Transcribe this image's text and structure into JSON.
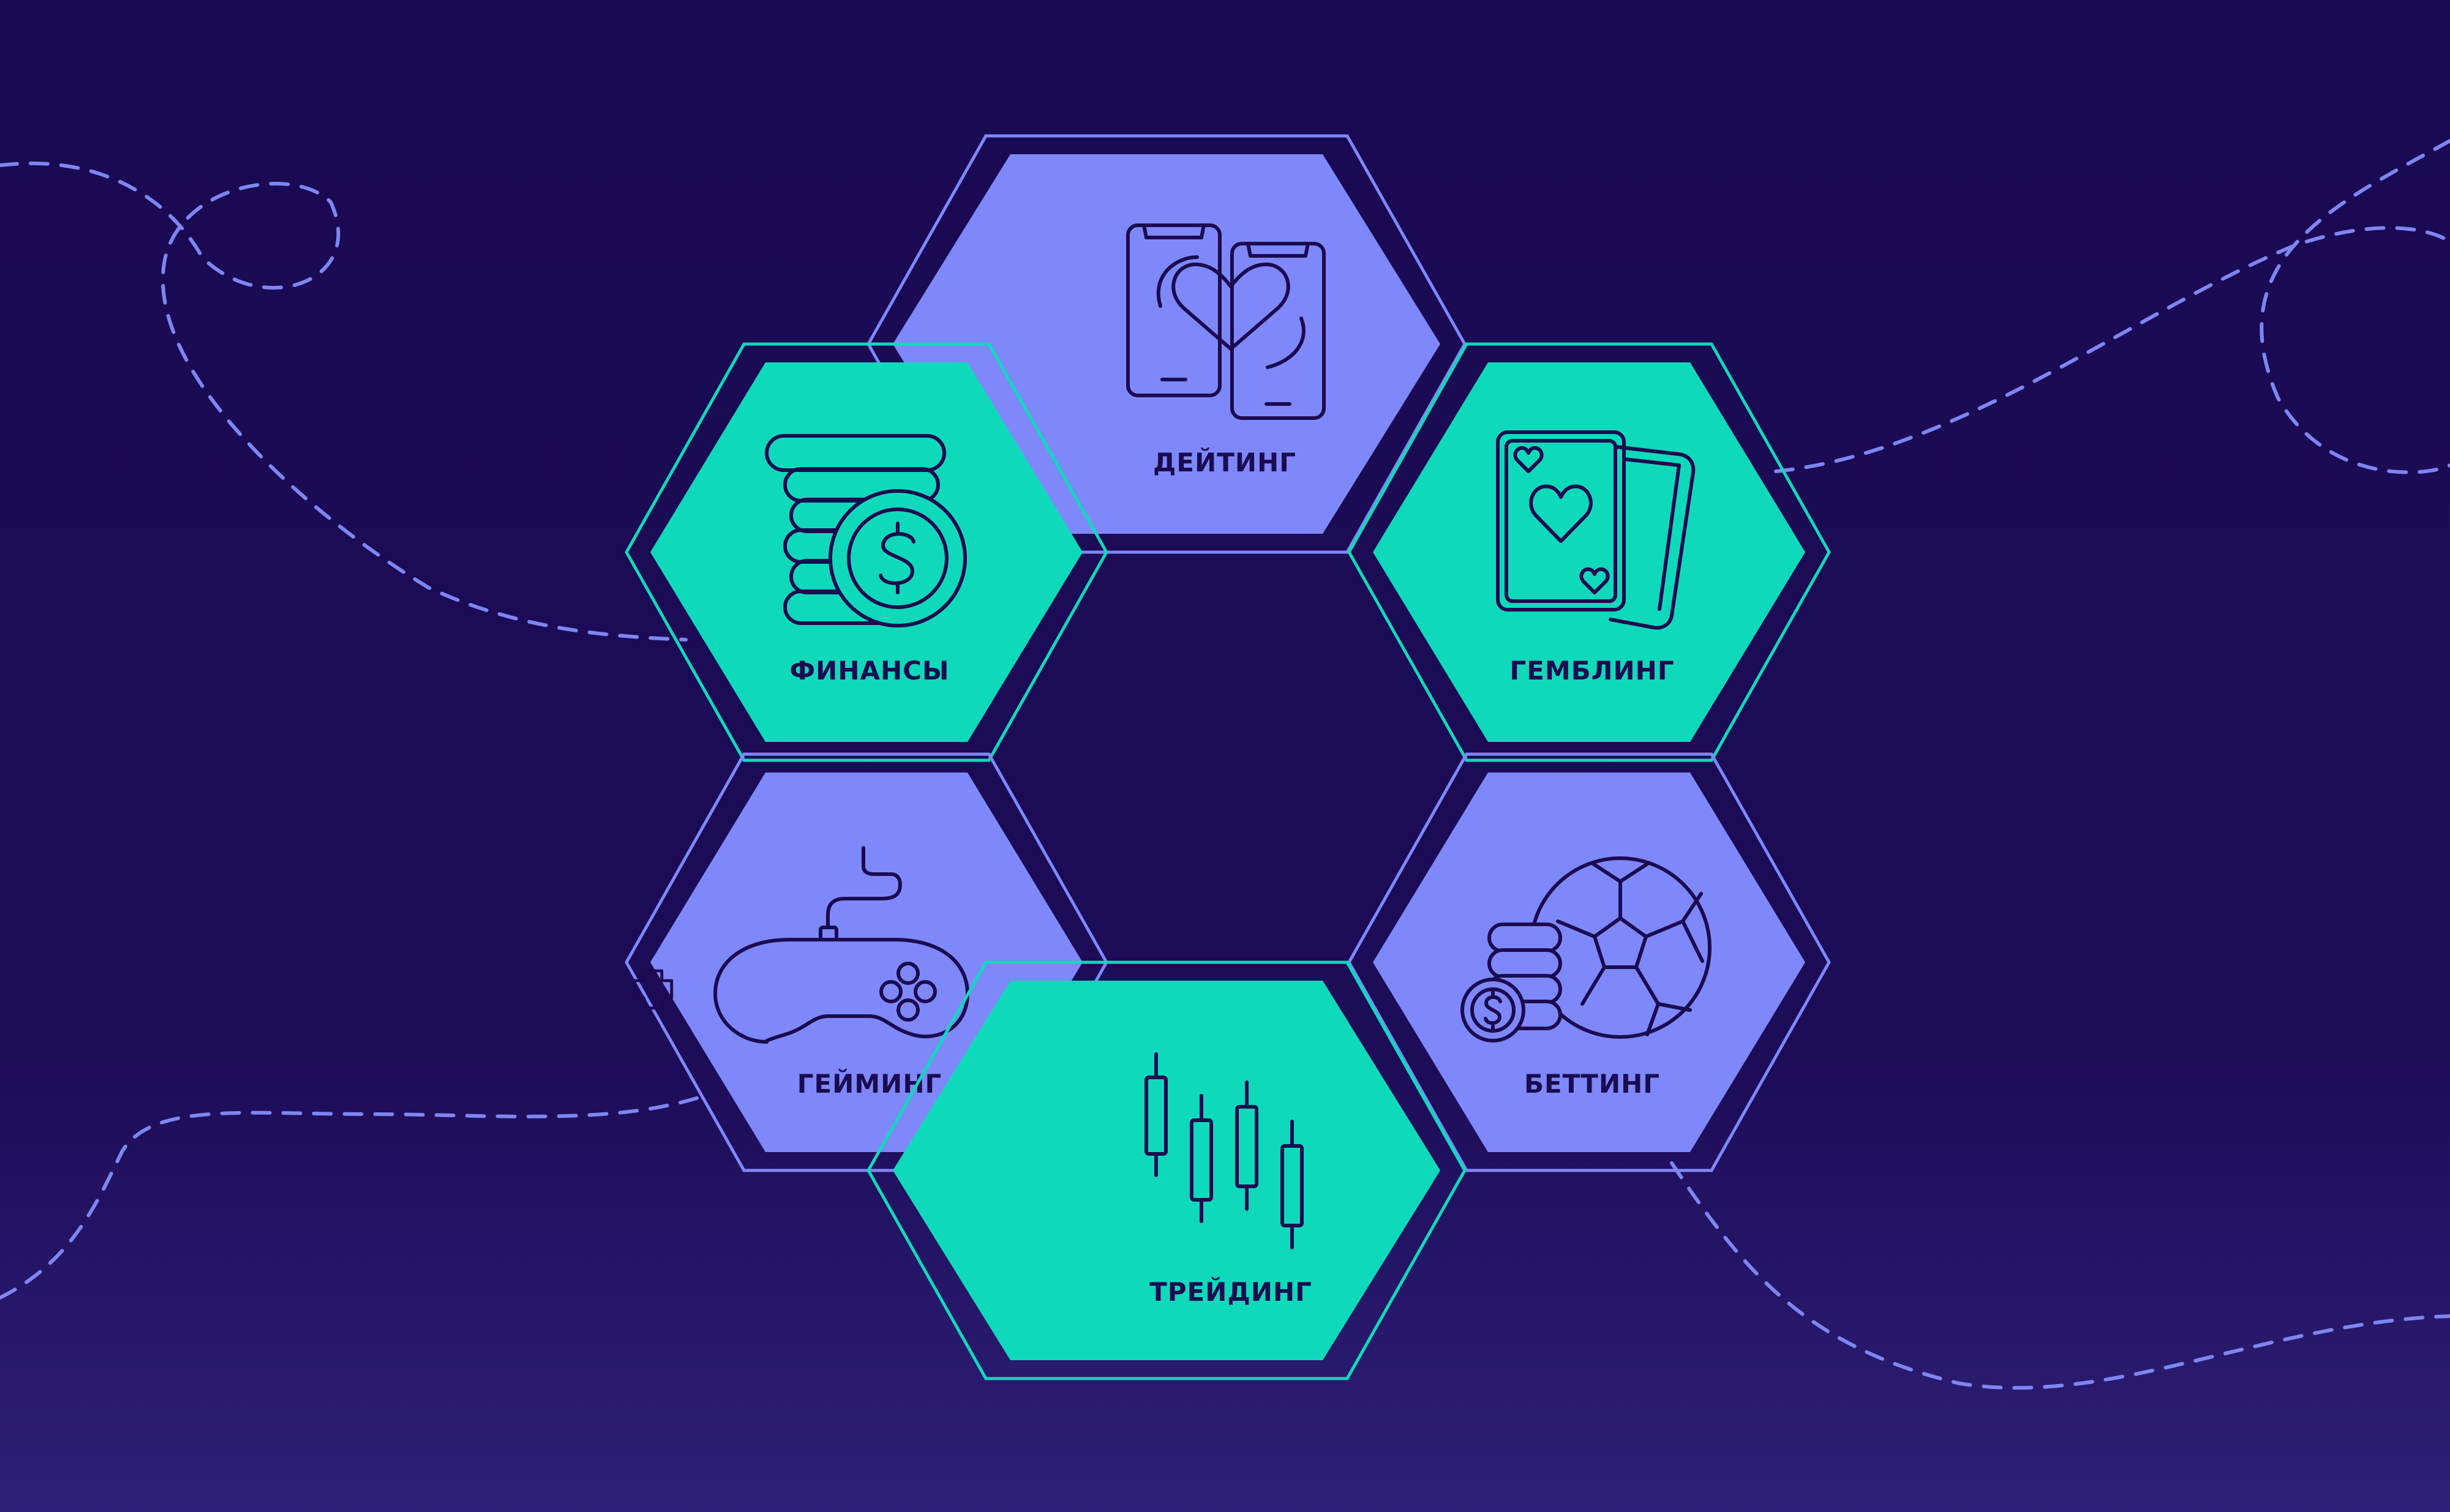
{
  "colors": {
    "background_top": "#1a0a52",
    "background_bottom": "#2e2078",
    "mint": "#0fd9bb",
    "periwinkle": "#7e88fb",
    "ink": "#1c0b50",
    "dash": "#7d86f2"
  },
  "hexagons": [
    {
      "id": "dating",
      "label": "ДЕЙТИНГ",
      "icon": "phones-heart-icon",
      "color": "periwinkle"
    },
    {
      "id": "finance",
      "label": "ФИНАНСЫ",
      "icon": "coins-dollar-icon",
      "color": "mint"
    },
    {
      "id": "gambling",
      "label": "ГЕМБЛИНГ",
      "icon": "playing-cards-icon",
      "color": "mint"
    },
    {
      "id": "gaming",
      "label": "ГЕЙМИНГ",
      "icon": "gamepad-icon",
      "color": "periwinkle"
    },
    {
      "id": "betting",
      "label": "БЕТТИНГ",
      "icon": "soccer-ball-coins-icon",
      "color": "periwinkle"
    },
    {
      "id": "trading",
      "label": "ТРЕЙДИНГ",
      "icon": "candlestick-chart-icon",
      "color": "mint"
    }
  ]
}
